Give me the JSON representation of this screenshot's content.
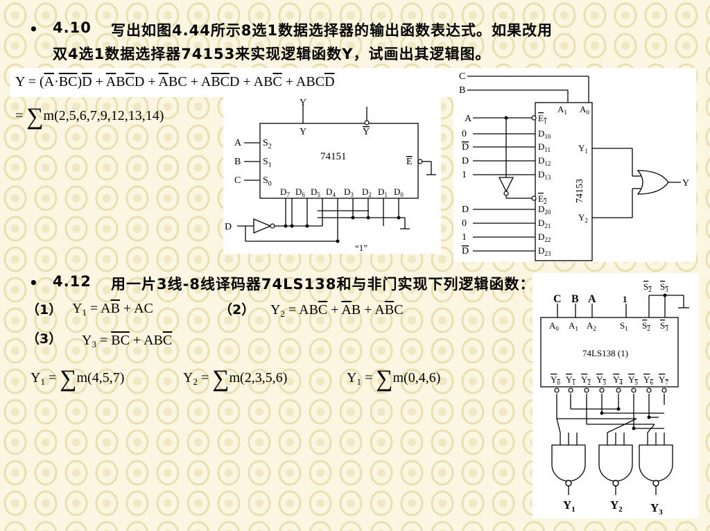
{
  "problem_410": {
    "number": "4.10",
    "line1": "写出如图4.44所示8选1数据选择器的输出函数表达式。如果改用",
    "line2": "双4选1数据选择器74153来实现逻辑函数Y，试画出其逻辑图。",
    "eq_lhs": "Y = ",
    "eq_rhs_sum": "= ",
    "minterms": "m(2,5,6,7,9,12,13,14)"
  },
  "problem_412": {
    "number": "4.12",
    "title": "用一片3线-8线译码器74LS138和与非门实现下列逻辑函数：",
    "label_1": "（1）",
    "label_2": "（2）",
    "label_3": "（3）",
    "ans1": "m(4,5,7)",
    "ans2": "m(2,3,5,6)",
    "ans3": "m(0,4,6)"
  },
  "chip_74151": {
    "name": "74151",
    "inputs": [
      "S2",
      "S1",
      "S0"
    ],
    "data_inputs": [
      "D7",
      "D6",
      "D5",
      "D4",
      "D3",
      "D2",
      "D1",
      "D0"
    ],
    "outputs": [
      "Y",
      "Y"
    ],
    "enable": "E",
    "signal_labels": [
      "A",
      "B",
      "C",
      "D"
    ],
    "one_label": "“1”"
  },
  "chip_74153": {
    "name": "74153",
    "select": [
      "A1",
      "A0"
    ],
    "enable1": "E1",
    "enable2": "E2",
    "inputs1": [
      "D10",
      "D11",
      "D12",
      "D13"
    ],
    "inputs2": [
      "D20",
      "D21",
      "D22",
      "D23"
    ],
    "outputs": [
      "Y1",
      "Y2"
    ],
    "left_labels_top": [
      "C",
      "B"
    ],
    "left_labels_1": [
      "A",
      "0",
      "D",
      "D",
      "1"
    ],
    "left_labels_2": [
      "D",
      "0",
      "1",
      "D"
    ],
    "out_label": "Y"
  },
  "chip_74138": {
    "name": "74LS138 (1)",
    "top_labels": [
      "C",
      "B",
      "A",
      "1"
    ],
    "enable_labels": [
      "S2",
      "S3"
    ],
    "inputs": [
      "A0",
      "A1",
      "A2",
      "S1",
      "S2",
      "S3"
    ],
    "outputs": [
      "Y0",
      "Y1",
      "Y2",
      "Y3",
      "Y4",
      "Y5",
      "Y6",
      "Y7"
    ],
    "gate_outputs": [
      "Y1",
      "Y2",
      "Y3"
    ]
  }
}
